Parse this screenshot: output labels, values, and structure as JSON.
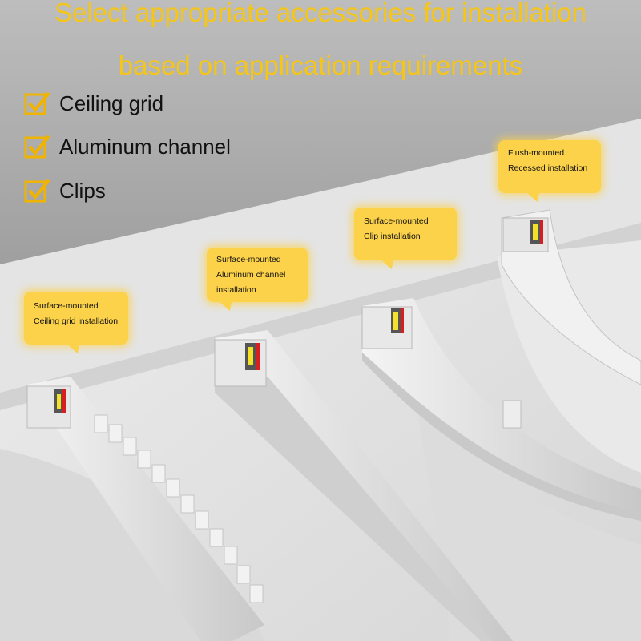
{
  "headline": {
    "line1": "Select appropriate accessories for installation",
    "line2": "based on application requirements"
  },
  "features": [
    {
      "label": "Ceiling grid",
      "icon": "checkbox-checked-icon"
    },
    {
      "label": "Aluminum channel",
      "icon": "checkbox-checked-icon"
    },
    {
      "label": "Clips",
      "icon": "checkbox-checked-icon"
    }
  ],
  "callouts": [
    {
      "lines": [
        "Surface-mounted",
        "Ceiling grid installation"
      ]
    },
    {
      "lines": [
        "Surface-mounted",
        "Aluminum channel",
        "installation"
      ]
    },
    {
      "lines": [
        "Surface-mounted",
        "Clip installation"
      ]
    },
    {
      "lines": [
        "Flush-mounted",
        "Recessed installation"
      ]
    }
  ],
  "colors": {
    "accent_yellow": "#f5c518",
    "bubble_yellow": "#fcd24b",
    "upper_wall": "#a9a9a9",
    "ceiling": "#e6e6e6",
    "led_yellow": "#f5e12a",
    "led_red": "#d81f1f"
  }
}
